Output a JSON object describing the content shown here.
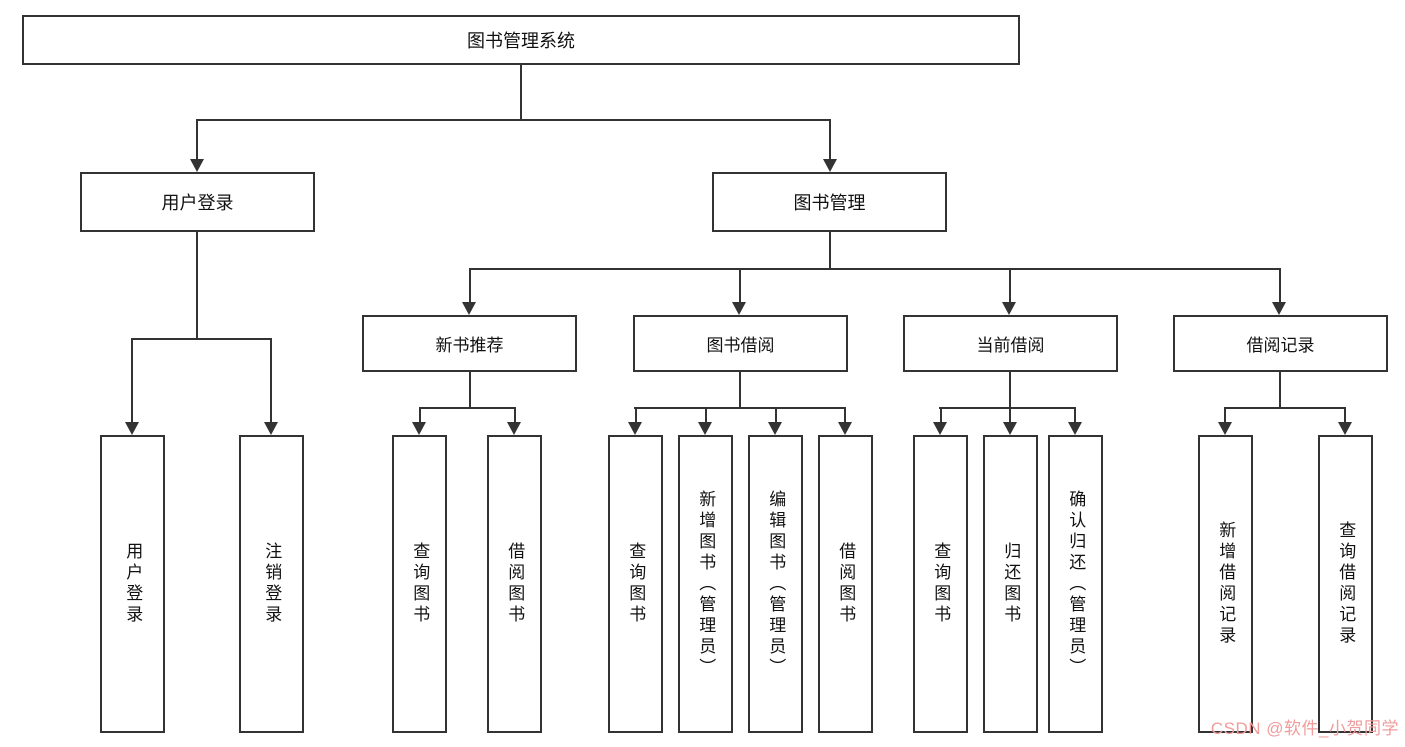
{
  "diagram": {
    "title": "图书管理系统",
    "branches": [
      {
        "label": "用户登录",
        "children": [
          {
            "label": "用户登录"
          },
          {
            "label": "注销登录"
          }
        ]
      },
      {
        "label": "图书管理",
        "children": [
          {
            "label": "新书推荐",
            "children": [
              {
                "label": "查询图书"
              },
              {
                "label": "借阅图书"
              }
            ]
          },
          {
            "label": "图书借阅",
            "children": [
              {
                "label": "查询图书"
              },
              {
                "label": "新增图书（管理员）"
              },
              {
                "label": "编辑图书（管理员）"
              },
              {
                "label": "借阅图书"
              }
            ]
          },
          {
            "label": "当前借阅",
            "children": [
              {
                "label": "查询图书"
              },
              {
                "label": "归还图书"
              },
              {
                "label": "确认归还（管理员）"
              }
            ]
          },
          {
            "label": "借阅记录",
            "children": [
              {
                "label": "新增借阅记录"
              },
              {
                "label": "查询借阅记录"
              }
            ]
          }
        ]
      }
    ]
  },
  "colors": {
    "line": "#333333",
    "watermark": "#f09c9c"
  },
  "watermark": {
    "text": "CSDN @软件_小贺同学"
  }
}
